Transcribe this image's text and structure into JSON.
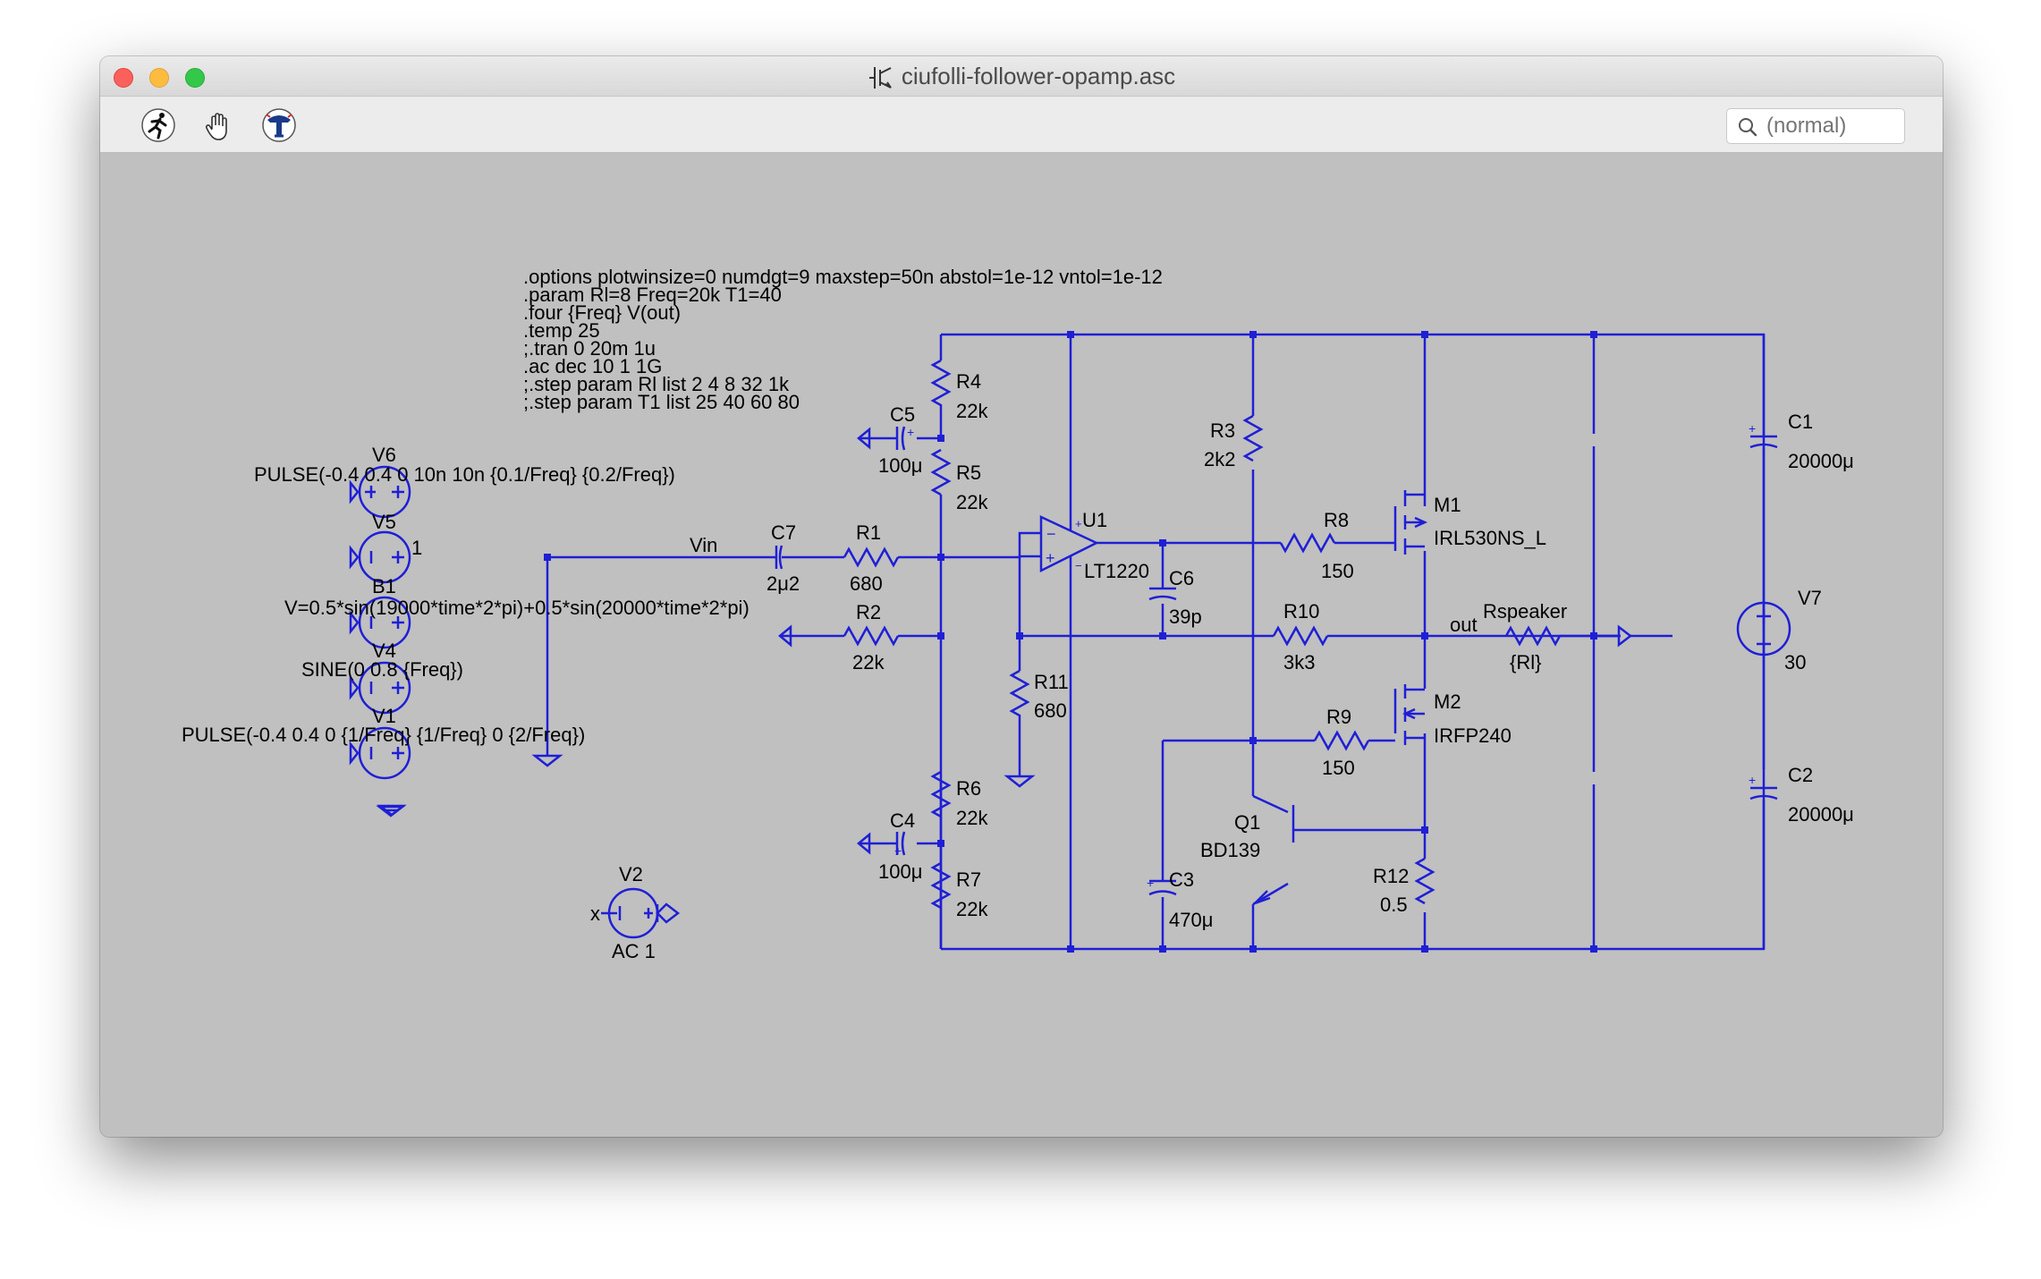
{
  "window": {
    "title": "ciufolli-follower-opamp.asc"
  },
  "toolbar": {
    "buttons": [
      {
        "name": "run-icon"
      },
      {
        "name": "pan-hand-icon"
      },
      {
        "name": "probe-icon"
      }
    ],
    "search_placeholder": "(normal)"
  },
  "schematic": {
    "directives": [
      ".options plotwinsize=0 numdgt=9 maxstep=50n abstol=1e-12 vntol=1e-12",
      ".param Rl=8 Freq=20k T1=40",
      ".four {Freq} V(out)",
      ".temp 25",
      ";.tran 0 20m 1u",
      ".ac dec 10 1 1G",
      ";.step param Rl list 2 4 8 32 1k",
      ";.step param T1 list 25 40 60 80"
    ],
    "sources": {
      "v6": {
        "name": "V6",
        "value": "PULSE(-0.4 0.4 0 10n 10n {0.1/Freq} {0.2/Freq})"
      },
      "v5": {
        "name": "V5",
        "value": "1"
      },
      "b1": {
        "name": "B1",
        "value": "V=0.5*sin(19000*time*2*pi)+0.5*sin(20000*time*2*pi)"
      },
      "v4": {
        "name": "V4",
        "value": "SINE(0 0.8 {Freq})"
      },
      "v1": {
        "name": "V1",
        "value": "PULSE(-0.4 0.4 0 {1/Freq} {1/Freq} 0 {2/Freq})"
      },
      "v2": {
        "name": "V2",
        "value": "AC 1",
        "port": "x"
      },
      "v7": {
        "name": "V7",
        "value": "30"
      }
    },
    "nets": {
      "vin": "Vin",
      "out": "out"
    },
    "components": {
      "c7": {
        "name": "C7",
        "value": "2μ2"
      },
      "r1": {
        "name": "R1",
        "value": "680"
      },
      "r2": {
        "name": "R2",
        "value": "22k"
      },
      "r4": {
        "name": "R4",
        "value": "22k"
      },
      "r5": {
        "name": "R5",
        "value": "22k"
      },
      "c5": {
        "name": "C5",
        "value": "100μ"
      },
      "r6": {
        "name": "R6",
        "value": "22k"
      },
      "r7": {
        "name": "R7",
        "value": "22k"
      },
      "c4": {
        "name": "C4",
        "value": "100μ"
      },
      "u1": {
        "name": "U1",
        "value": "LT1220"
      },
      "c6": {
        "name": "C6",
        "value": "39p"
      },
      "r11": {
        "name": "R11",
        "value": "680"
      },
      "r3": {
        "name": "R3",
        "value": "2k2"
      },
      "r8": {
        "name": "R8",
        "value": "150"
      },
      "r9": {
        "name": "R9",
        "value": "150"
      },
      "r10": {
        "name": "R10",
        "value": "3k3"
      },
      "m1": {
        "name": "M1",
        "value": "IRL530NS_L"
      },
      "m2": {
        "name": "M2",
        "value": "IRFP240"
      },
      "q1": {
        "name": "Q1",
        "value": "BD139"
      },
      "c3": {
        "name": "C3",
        "value": "470μ"
      },
      "r12": {
        "name": "R12",
        "value": "0.5"
      },
      "rspk": {
        "name": "Rspeaker",
        "value": "{Rl}"
      },
      "c1": {
        "name": "C1",
        "value": "20000μ"
      },
      "c2": {
        "name": "C2",
        "value": "20000μ"
      }
    },
    "colors": {
      "wire": "#1f1fd6",
      "text": "#000000",
      "background": "#c0c0c0"
    }
  }
}
